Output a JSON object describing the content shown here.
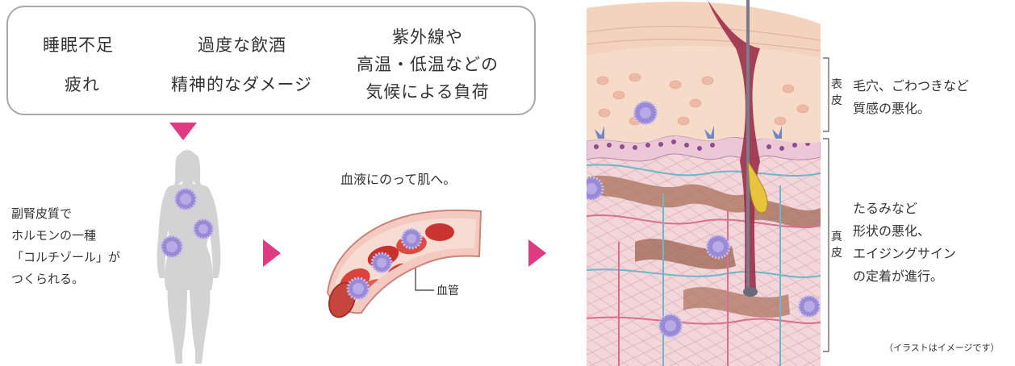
{
  "causes": {
    "sleep": "睡眠不足",
    "drinking": "過度な飲酒",
    "fatigue": "疲れ",
    "mental": "精神的なダメージ",
    "climate_lines": [
      "紫外線や",
      "高温・低温などの",
      "気候による負荷"
    ]
  },
  "human": {
    "caption_lines": [
      "副腎皮質で",
      "ホルモンの一種",
      "「コルチゾール」が",
      "つくられる。"
    ]
  },
  "vessel": {
    "caption": "血液にのって肌へ。",
    "label": "血管"
  },
  "skin": {
    "epidermis_label": [
      "表",
      "皮"
    ],
    "epidermis_desc": [
      "毛穴、ごわつきなど",
      "質感の悪化。"
    ],
    "dermis_label": [
      "真",
      "皮"
    ],
    "dermis_desc": [
      "たるみなど",
      "形状の悪化、",
      "エイジングサイン",
      "の定着が進行。"
    ],
    "note": "（イラストはイメージです）"
  },
  "colors": {
    "accent": "#e03a82",
    "box_border": "#a8a8a8",
    "cortisol": "#9a8ad6",
    "silhouette": "#d3d3d3"
  }
}
